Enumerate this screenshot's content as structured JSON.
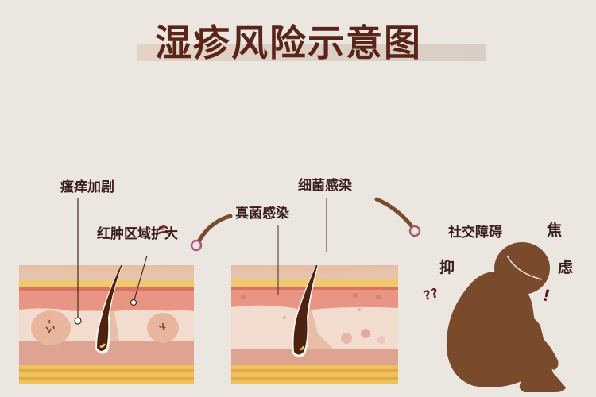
{
  "title": "湿疹风险示意图",
  "labels": {
    "itching": "瘙痒加剧",
    "redness": "红肿区域扩大",
    "fungal": "真菌感染",
    "bacterial": "细菌感染",
    "social": "社交障碍",
    "depression": "抑",
    "anxiety_1": "焦",
    "anxiety_2": "虑",
    "question_marks": "??",
    "exclamation": "!"
  },
  "colors": {
    "background": "#ebe6e0",
    "title_text": "#5a2418",
    "label_text": "#3a1e1a",
    "figure": "#7a4a2c",
    "connector": "#7a4a2c",
    "connector_node": "#a45a78",
    "skin_top": "#e8bfa6",
    "skin_yellow": "#f0c870",
    "skin_red": "#e99584",
    "dermis_light": "#f2dcd0",
    "dermis": "#dea391",
    "fat_yellow": "#eec25a",
    "fat_orange": "#e4a84a",
    "hair": "#4e2210"
  },
  "panels": [
    {
      "name": "eczema-skin-panel",
      "callouts": [
        "itching",
        "redness"
      ]
    },
    {
      "name": "infection-skin-panel",
      "callouts": [
        "fungal",
        "bacterial"
      ]
    },
    {
      "name": "psychological-panel",
      "callouts": [
        "social",
        "depression",
        "anxiety"
      ]
    }
  ]
}
